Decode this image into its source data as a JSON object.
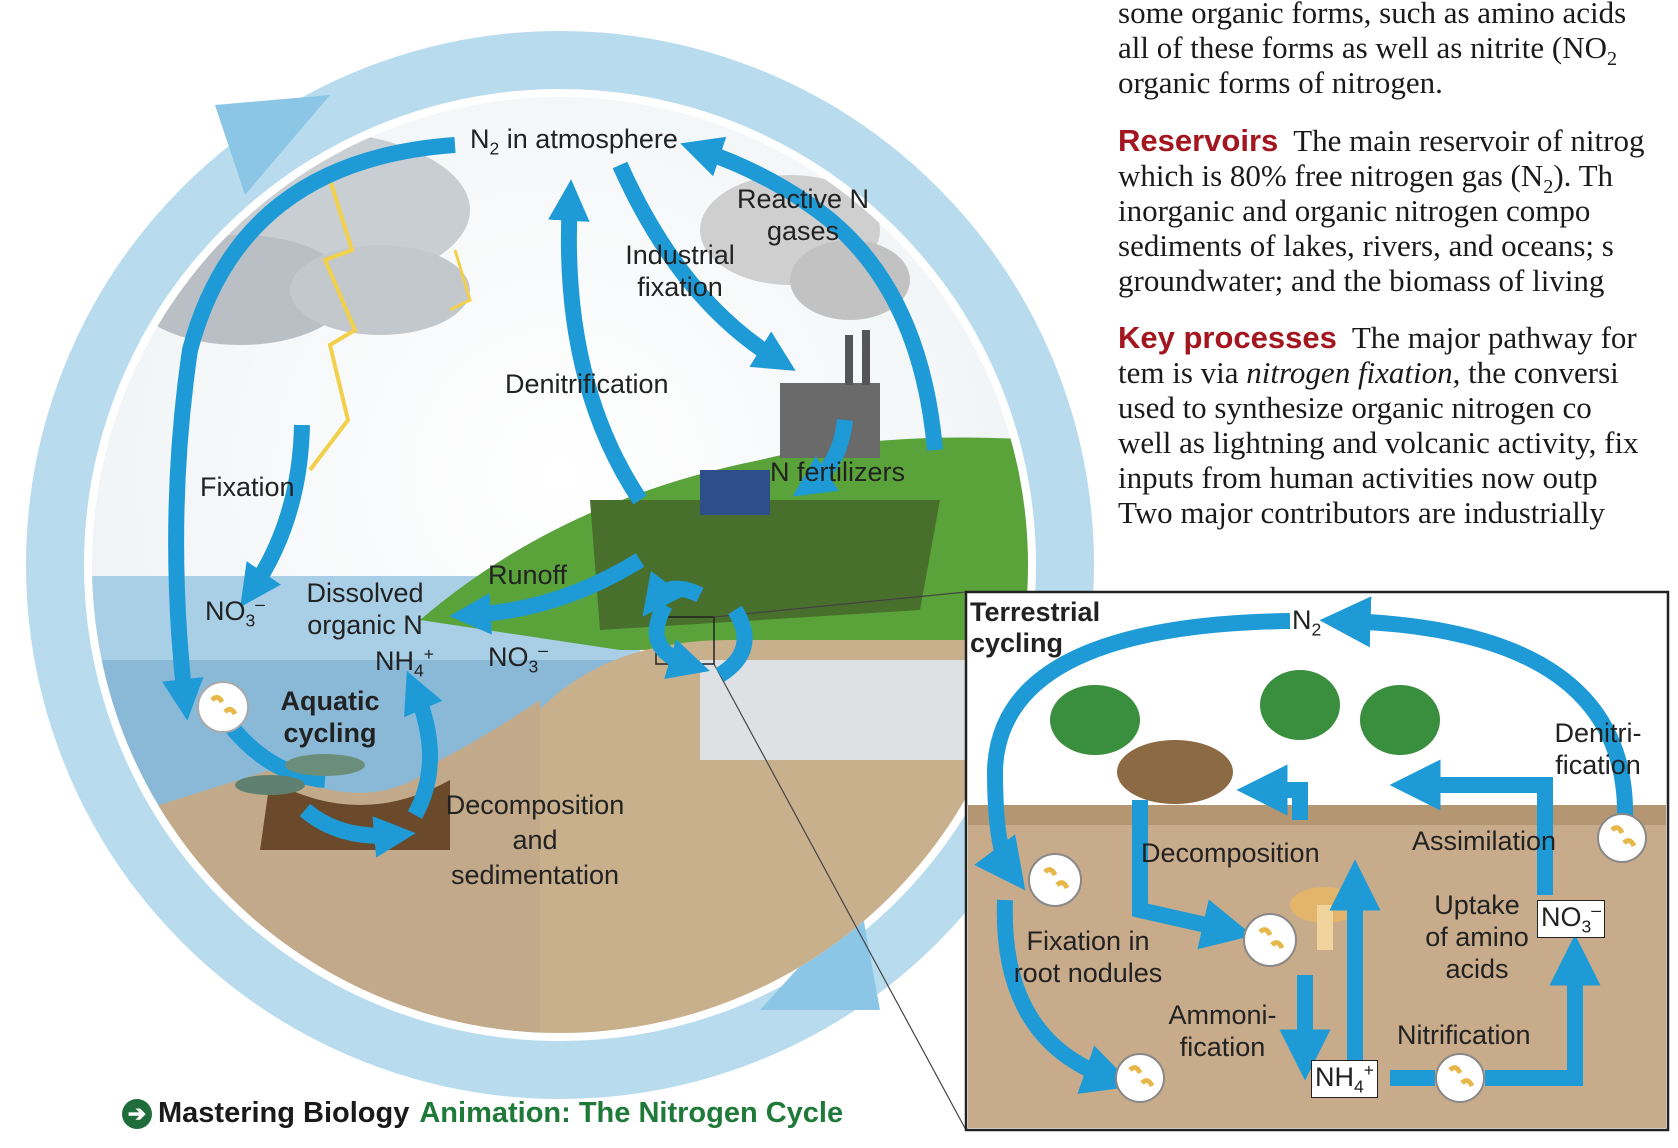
{
  "text_column": {
    "intro_lines": [
      "some organic forms, such as amino acids",
      "all of these forms as well as nitrite (NO",
      "organic forms of nitrogen."
    ],
    "reservoirs_heading": "Reservoirs",
    "reservoirs_lines": [
      "The main reservoir of nitrog",
      "which is 80% free nitrogen gas (N",
      "inorganic and organic nitrogen compo",
      "sediments of lakes, rivers, and oceans; s",
      "groundwater; and the biomass of living"
    ],
    "processes_heading": "Key processes",
    "processes_lines": [
      "The major pathway for",
      "tem is via ",
      "nitrogen fixation",
      ", the conversi",
      "used to synthesize organic nitrogen co",
      "well as lightning and volcanic activity, fix",
      "inputs from human activities now outp",
      "Two major contributors are industrially"
    ]
  },
  "main_cycle": {
    "n2_atmosphere": "in atmosphere",
    "n2_symbol": "N",
    "reactive_n_gases": [
      "Reactive N",
      "gases"
    ],
    "industrial_fixation": [
      "Industrial",
      "fixation"
    ],
    "denitrification": "Denitrification",
    "fixation": "Fixation",
    "n_fertilizers": "N fertilizers",
    "runoff": "Runoff",
    "no3": "NO",
    "dissolved_organic_n": [
      "Dissolved",
      "organic N"
    ],
    "nh4": "NH",
    "aquatic_cycling": [
      "Aquatic",
      "cycling"
    ],
    "decomposition_sedimentation": [
      "Decomposition",
      "and",
      "sedimentation"
    ]
  },
  "inset": {
    "title": [
      "Terrestrial",
      "cycling"
    ],
    "n2": "N",
    "denitrification": [
      "Denitri-",
      "fication"
    ],
    "decomposition": "Decomposition",
    "assimilation": "Assimilation",
    "uptake_amino_acids": [
      "Uptake",
      "of amino",
      "acids"
    ],
    "no3": "NO",
    "fixation_root_nodules": [
      "Fixation in",
      "root nodules"
    ],
    "ammonification": [
      "Ammoni-",
      "fication"
    ],
    "nh4": "NH",
    "nitrification": "Nitrification"
  },
  "footer": {
    "brand": "Mastering Biology",
    "animation": "Animation: The Nitrogen Cycle"
  },
  "colors": {
    "arrow_blue": "#1e9bd7",
    "outer_ring": "#a9d4ea",
    "heading_red": "#a3151f",
    "footer_green": "#1f7a3a"
  }
}
